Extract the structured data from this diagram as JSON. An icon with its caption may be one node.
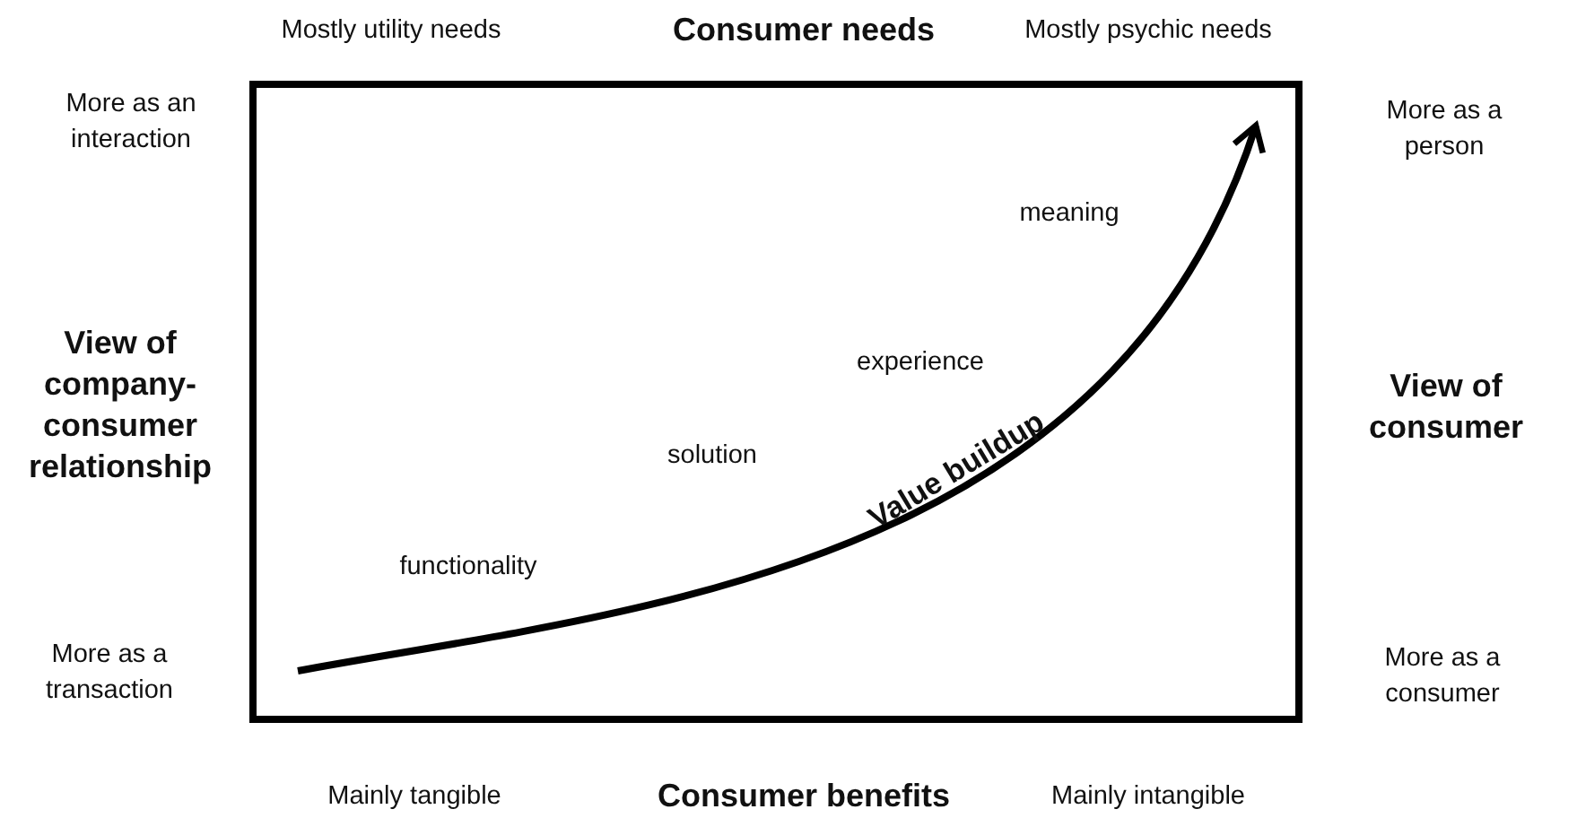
{
  "diagram": {
    "labels": [
      "Mostly utility needs",
      "Consumer needs",
      "Mostly psychic needs",
      "More as an interaction",
      "More as a person",
      "meaning",
      "View of company-consumer relationship",
      "experience",
      "View of consumer",
      "solution",
      "Value buildup",
      "functionality",
      "More as a transaction",
      "More as a consumer",
      "Mainly tangible",
      "Consumer benefits",
      "Mainly intangible"
    ]
  }
}
